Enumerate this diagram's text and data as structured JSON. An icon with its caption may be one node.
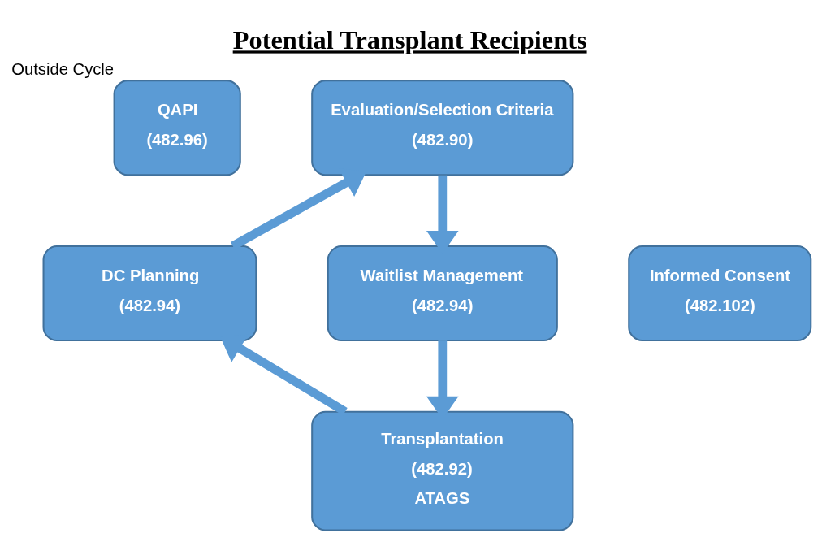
{
  "diagram": {
    "title": "Potential Transplant Recipients",
    "nodes": [
      {
        "text": [
          "QAPI",
          "(482.96)"
        ],
        "beside": [
          "Outside Cycle"
        ]
      },
      {
        "text": [
          "Evaluation/Selection Criteria",
          "(482.90)"
        ]
      },
      {
        "text": [
          "DC Planning",
          "(482.94)"
        ]
      },
      {
        "text": [
          "Informed Consent",
          "(482.102)"
        ]
      },
      {
        "text": [
          "Waitlist Management",
          "(482.94)"
        ]
      },
      {
        "text": [
          "Transplantation",
          "(482.92)",
          "ATAGS"
        ]
      }
    ],
    "edges": [
      {
        "from": 1,
        "to": 4,
        "arrow": "to"
      },
      {
        "from": 4,
        "to": 5,
        "arrow": "to"
      },
      {
        "from": 5,
        "to": 2,
        "arrow": "to"
      },
      {
        "from": 2,
        "to": 1,
        "arrow": "to"
      }
    ]
  }
}
